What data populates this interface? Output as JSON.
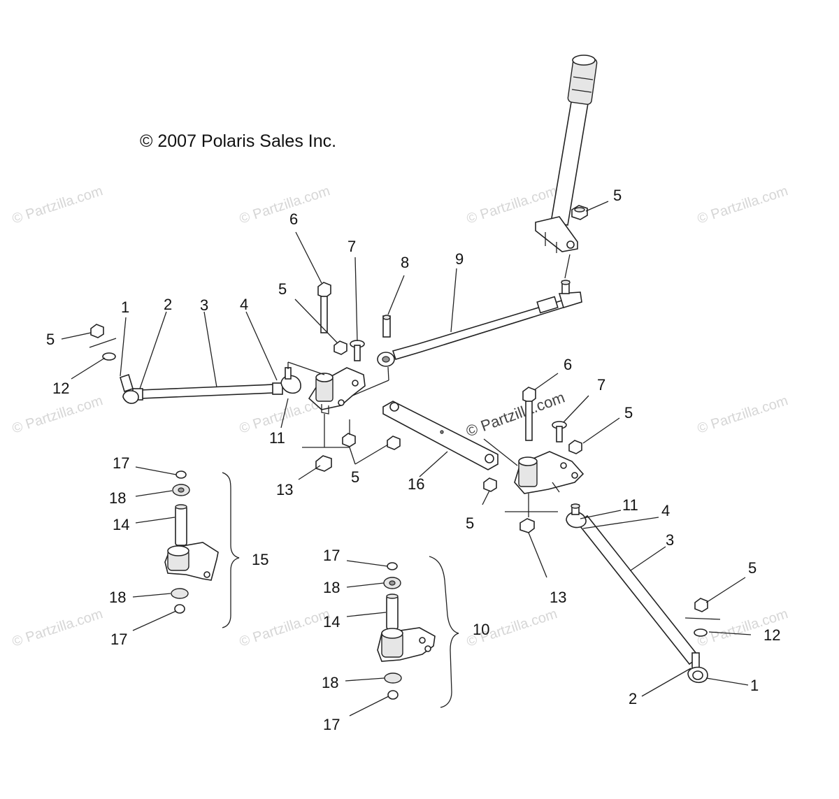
{
  "diagram": {
    "copyright": "© 2007 Polaris Sales Inc.",
    "watermark": "© Partzilla.com",
    "labels": [
      "1",
      "2",
      "3",
      "4",
      "5",
      "6",
      "7",
      "8",
      "9",
      "10",
      "11",
      "12",
      "13",
      "14",
      "15",
      "16",
      "17",
      "18"
    ]
  }
}
